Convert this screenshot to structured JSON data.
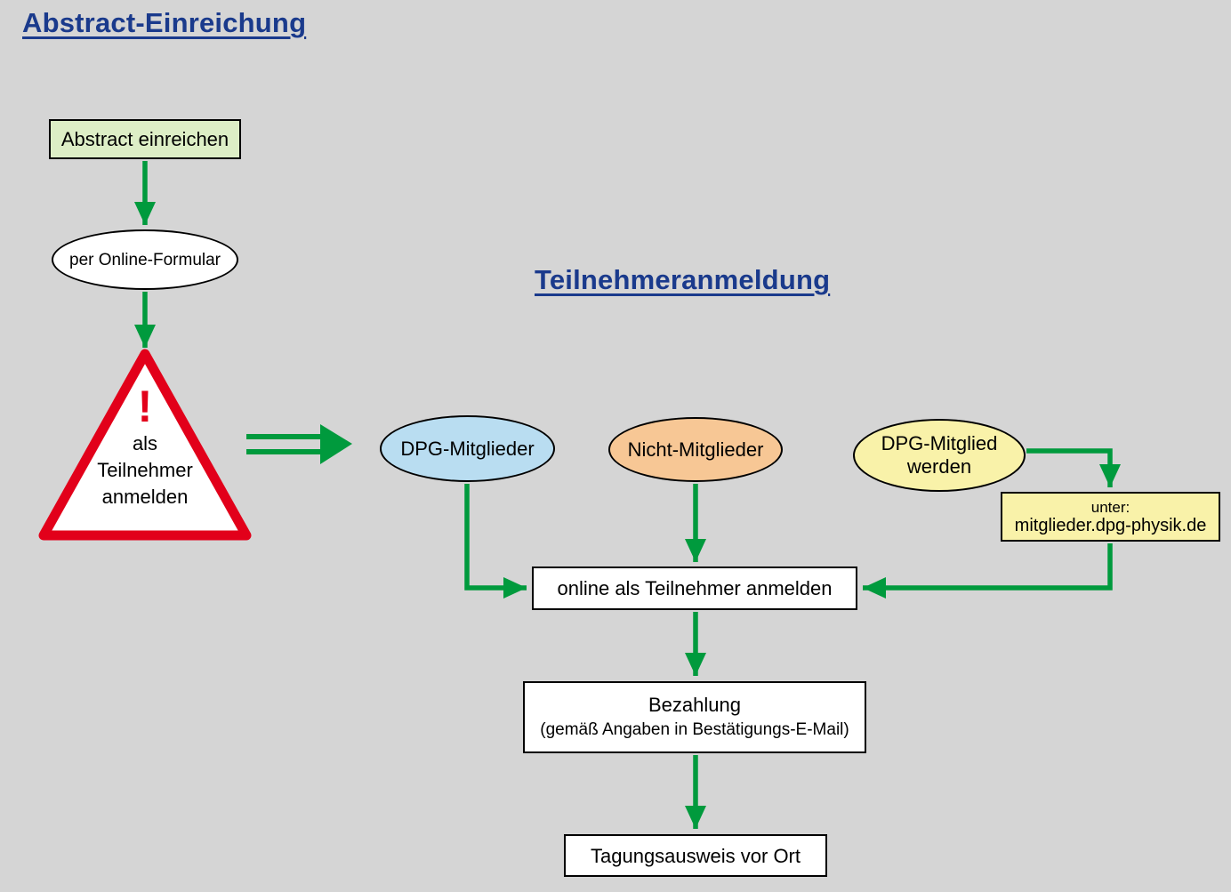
{
  "colors": {
    "background": "#d5d5d5",
    "heading_blue": "#1a3a8c",
    "arrow_green": "#009a3d",
    "warning_red": "#e2001a",
    "box_green": "#ddeec6",
    "ellipse_blue": "#b9ddf1",
    "ellipse_orange": "#f7c795",
    "ellipse_yellow": "#f9f2a9",
    "node_white": "#ffffff",
    "border_black": "#000000"
  },
  "headings": {
    "abstract_einreichung": "Abstract-Einreichung",
    "teilnehmeranmeldung": "Teilnehmeranmeldung"
  },
  "abstract_flow": {
    "abstract_einreichen": "Abstract einreichen",
    "per_online_formular": "per Online-Formular",
    "warning": {
      "exclamation": "!",
      "line1": "als",
      "line2": "Teilnehmer",
      "line3": "anmelden"
    }
  },
  "teilnehmer_flow": {
    "dpg_mitglieder": "DPG-Mitglieder",
    "nicht_mitglieder": "Nicht-Mitglieder",
    "dpg_mitglied_werden": {
      "line1": "DPG-Mitglied",
      "line2": "werden"
    },
    "unter_box": {
      "line1": "unter:",
      "line2": "mitglieder.dpg-physik.de"
    },
    "online_anmelden": "online als Teilnehmer anmelden",
    "bezahlung": {
      "line1": "Bezahlung",
      "line2": "(gemäß Angaben in Bestätigungs-E-Mail)"
    },
    "tagungsausweis": "Tagungsausweis vor Ort"
  }
}
